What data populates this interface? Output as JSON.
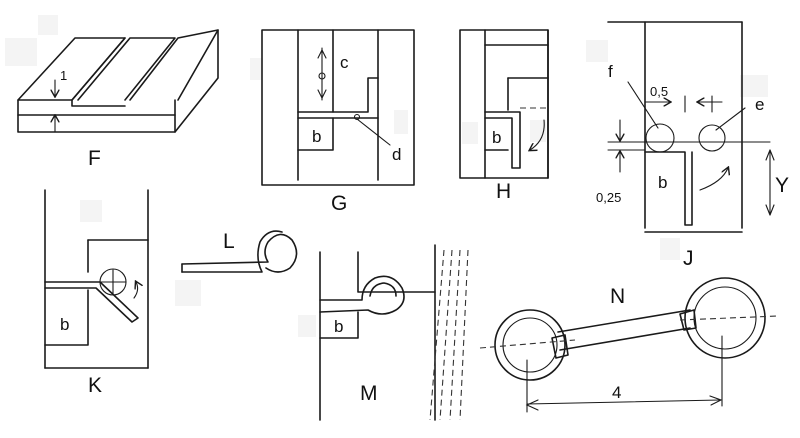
{
  "figures": {
    "F": {
      "label": "F",
      "dimension": "1"
    },
    "G": {
      "label": "G",
      "part_c": "c",
      "part_b": "b",
      "part_d": "d"
    },
    "H": {
      "label": "H",
      "part_b": "b"
    },
    "J": {
      "label": "J",
      "part_f": "f",
      "part_e": "e",
      "part_b": "b",
      "dim_top": "0,5",
      "dim_side": "0,25",
      "axis": "Y"
    },
    "K": {
      "label": "K",
      "part_b": "b"
    },
    "L": {
      "label": "L"
    },
    "M": {
      "label": "M",
      "part_b": "b"
    },
    "N": {
      "label": "N",
      "dimension": "4"
    }
  },
  "colors": {
    "ink": "#1a1a1a",
    "paper": "#ffffff",
    "mask": "#f4f4f4"
  }
}
